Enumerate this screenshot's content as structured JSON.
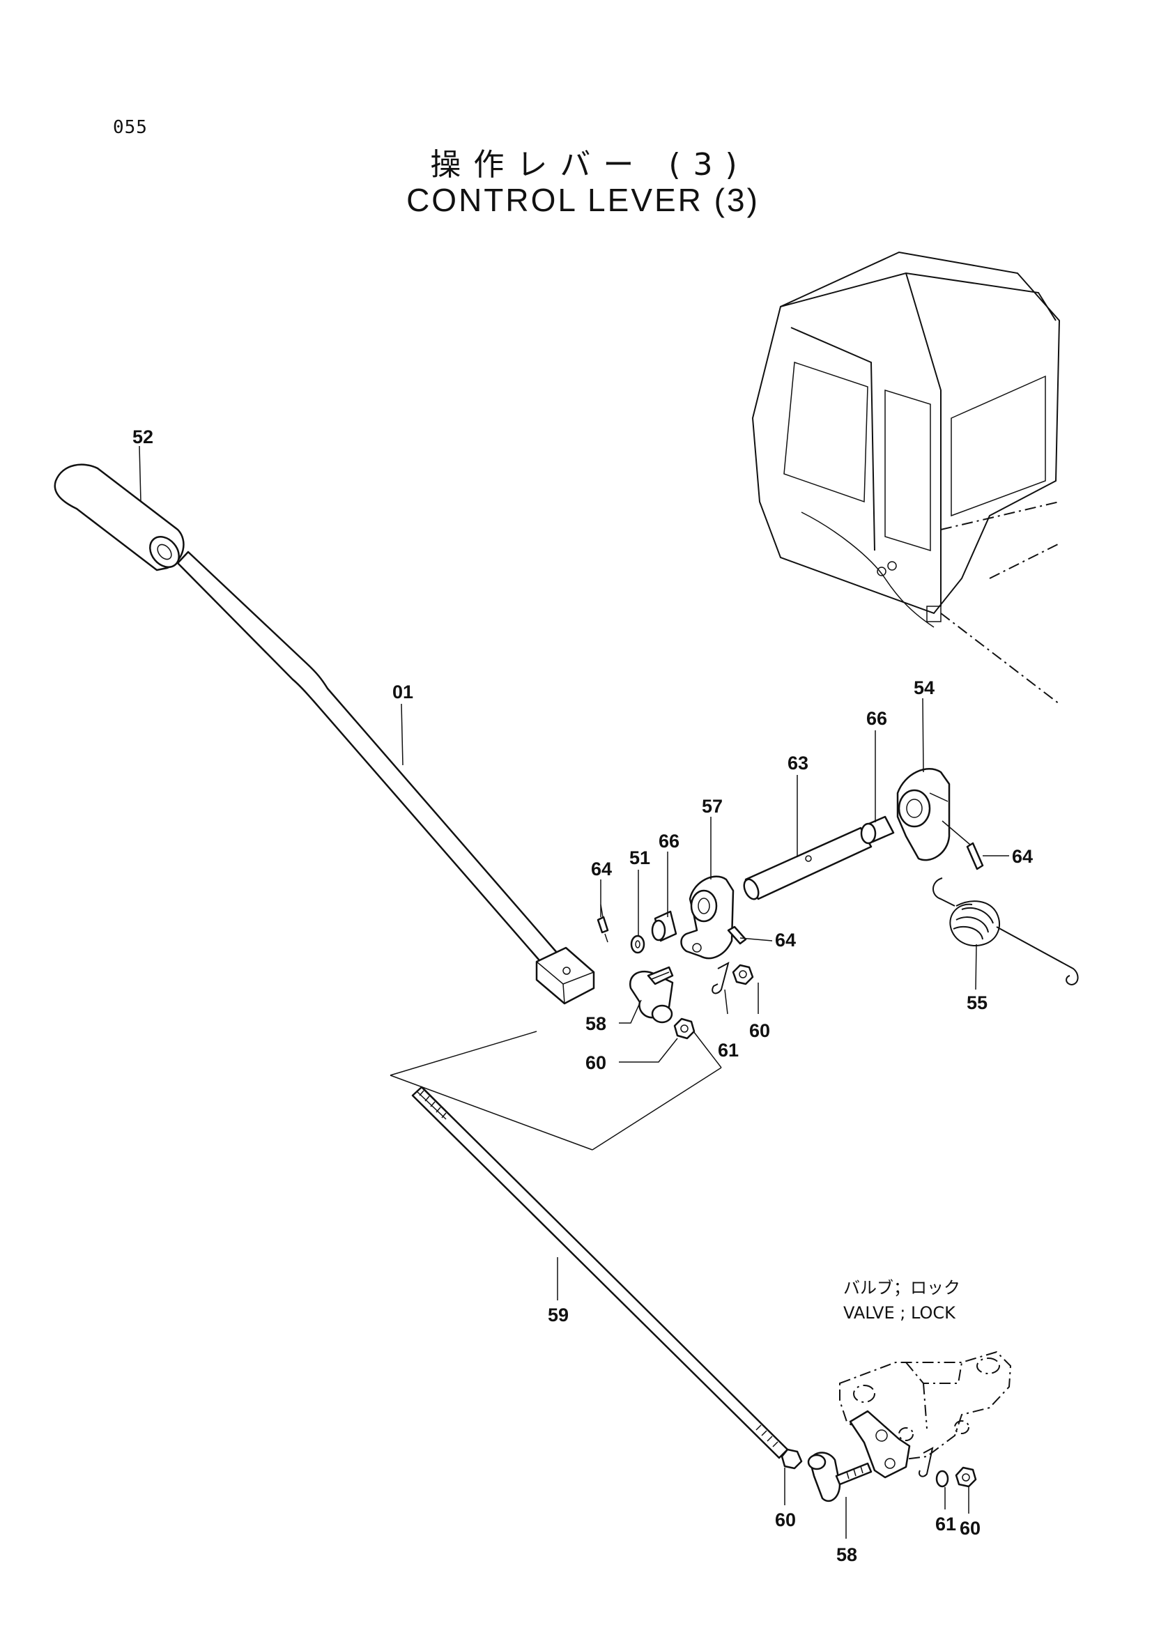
{
  "page_number": "055",
  "title_jp": "操作レバー (3)",
  "title_en": "CONTROL LEVER (3)",
  "valve_note": {
    "jp": "バルブ；ロック",
    "en": "VALVE ; LOCK"
  },
  "labels": {
    "p52": "52",
    "p01": "01",
    "p54": "54",
    "p66a": "66",
    "p63": "63",
    "p57": "57",
    "p66b": "66",
    "p51": "51",
    "p64a": "64",
    "p64b": "64",
    "p64c": "64",
    "p55": "55",
    "p58a": "58",
    "p60a": "60",
    "p61a": "61",
    "p60b": "60",
    "p59": "59",
    "p60c": "60",
    "p58b": "58",
    "p61b": "61",
    "p60d": "60"
  }
}
